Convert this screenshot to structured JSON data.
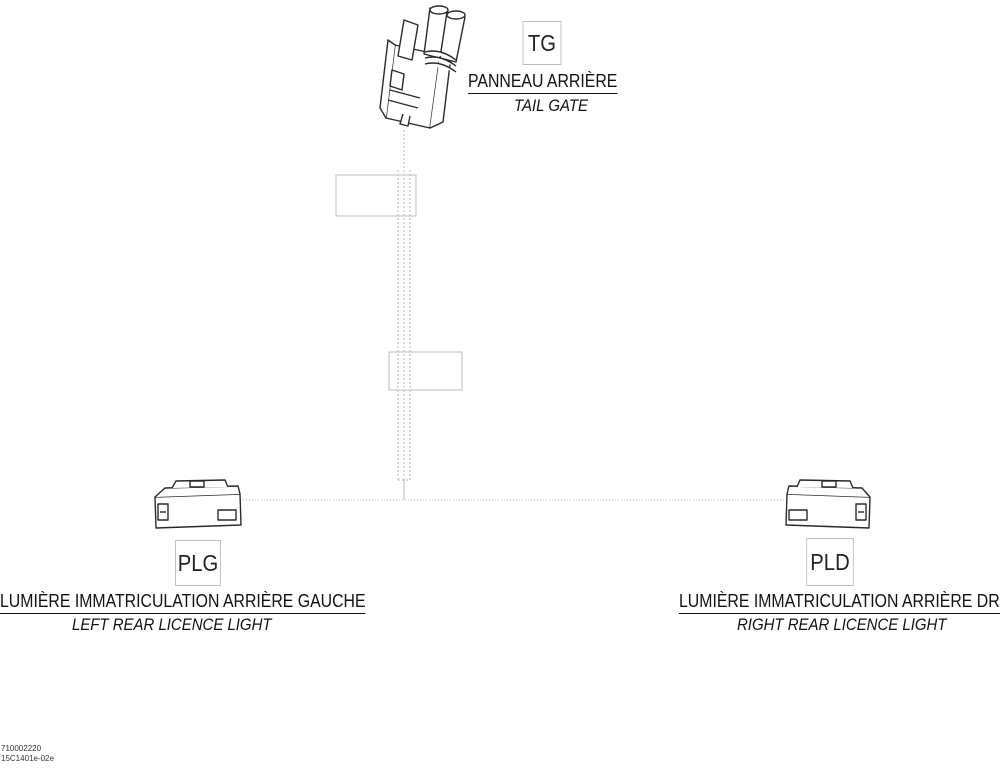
{
  "connectors": {
    "tg": {
      "code": "TG",
      "label_fr": "PANNEAU ARRIÈRE",
      "label_en": "TAIL GATE",
      "icon": "multi-pin-harness-connector"
    },
    "plg": {
      "code": "PLG",
      "label_fr": "LUMIÈRE IMMATRICULATION ARRIÈRE GAUCHE",
      "label_en": "LEFT REAR LICENCE LIGHT",
      "icon": "two-pin-connector"
    },
    "pld": {
      "code": "PLD",
      "label_fr": "LUMIÈRE IMMATRICULATION ARRIÈRE DROIT",
      "label_en": "RIGHT REAR LICENCE LIGHT",
      "icon": "two-pin-connector"
    }
  },
  "reference": {
    "part_number": "710002220",
    "drawing_code": "15C1401e-02e"
  },
  "colors": {
    "wire": "#b8b8b8",
    "outline": "#2a2a2a",
    "box_border": "#bdbdbd"
  }
}
